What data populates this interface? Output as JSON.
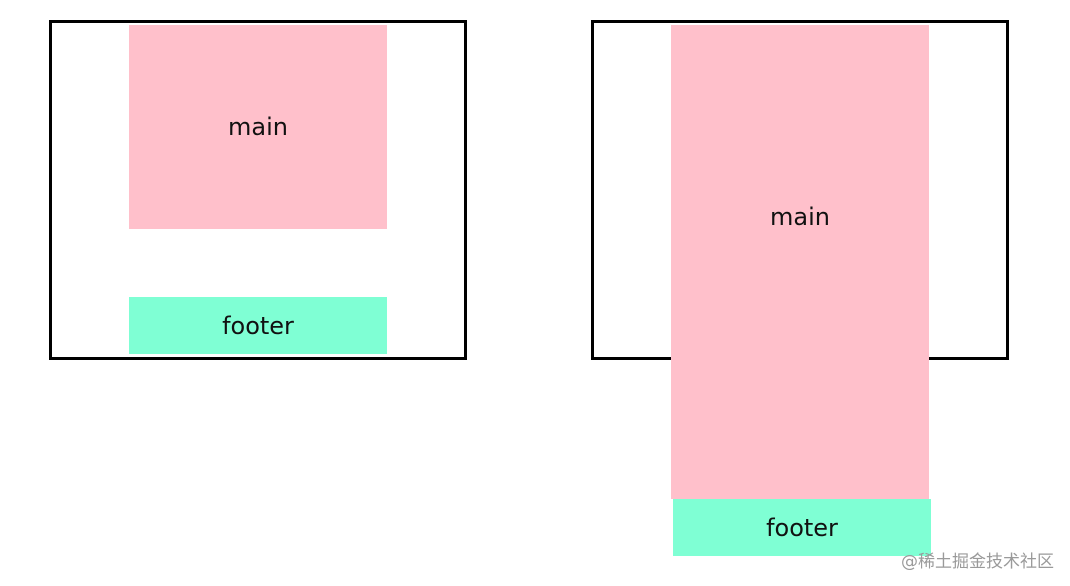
{
  "diagrams": [
    {
      "main_label": "main",
      "footer_label": "footer"
    },
    {
      "main_label": "main",
      "footer_label": "footer"
    }
  ],
  "colors": {
    "main": "#ffc0cb",
    "footer": "#7fffd4",
    "border": "#000000"
  },
  "watermark": "@稀土掘金技术社区"
}
